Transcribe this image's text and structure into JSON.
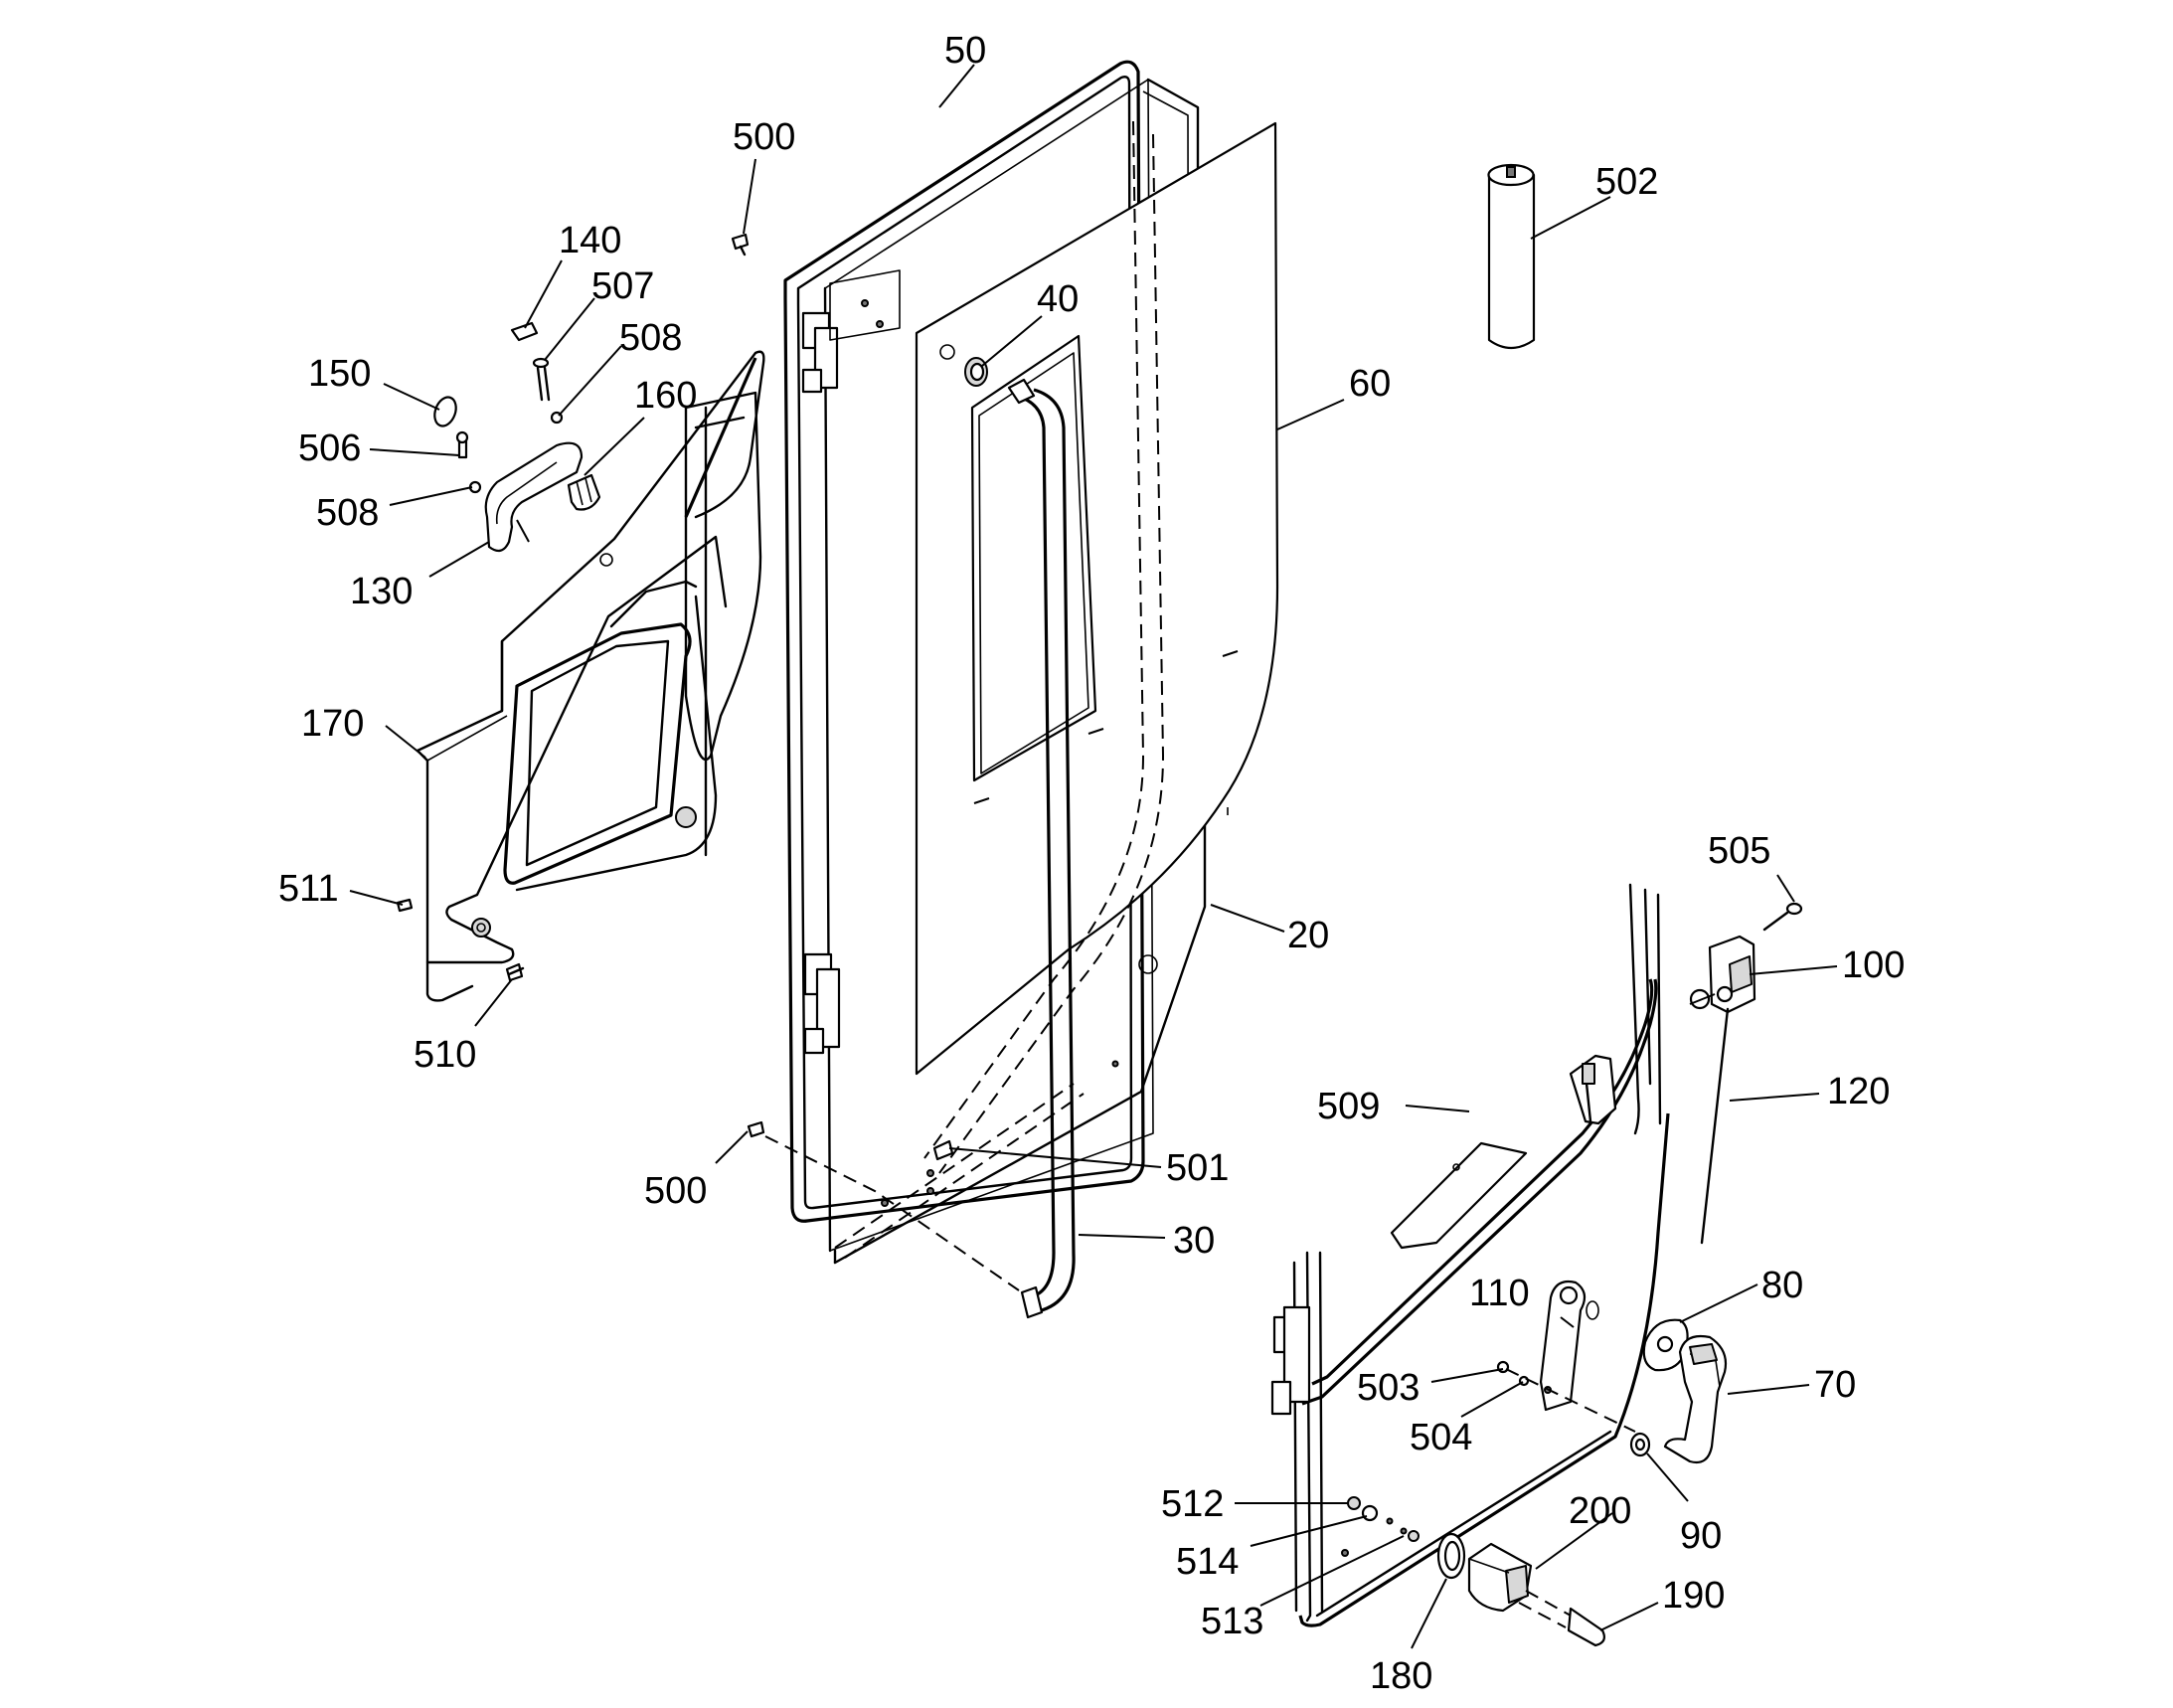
{
  "callouts": {
    "c50": "50",
    "c500_top": "500",
    "c502": "502",
    "c140": "140",
    "c507": "507",
    "c508_top": "508",
    "c40": "40",
    "c60": "60",
    "c150": "150",
    "c160": "160",
    "c506": "506",
    "c508_bottom": "508",
    "c130": "130",
    "c170": "170",
    "c511": "511",
    "c510": "510",
    "c20": "20",
    "c505": "505",
    "c100": "100",
    "c120": "120",
    "c509": "509",
    "c500_bottom": "500",
    "c501": "501",
    "c30": "30",
    "c110": "110",
    "c80": "80",
    "c503": "503",
    "c70": "70",
    "c504": "504",
    "c512": "512",
    "c514": "514",
    "c200": "200",
    "c90": "90",
    "c190": "190",
    "c513": "513",
    "c180": "180"
  }
}
